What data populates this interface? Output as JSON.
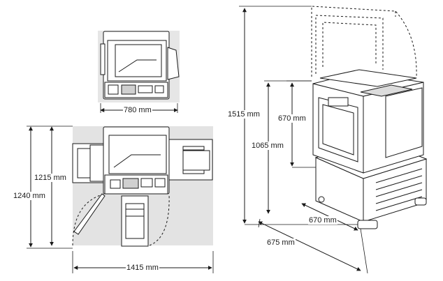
{
  "dimensions": {
    "top_width": "780 mm",
    "depth_folded": "1215 mm",
    "depth_extended": "1240 mm",
    "width_extended": "1415 mm",
    "height_open": "1515 mm",
    "height_body": "1065 mm",
    "height_platen": "670 mm",
    "depth_body": "670 mm",
    "width_body": "675 mm"
  },
  "colors": {
    "line": "#1a1a1a",
    "footprint": "#e3e3e3",
    "body": "#ffffff"
  }
}
